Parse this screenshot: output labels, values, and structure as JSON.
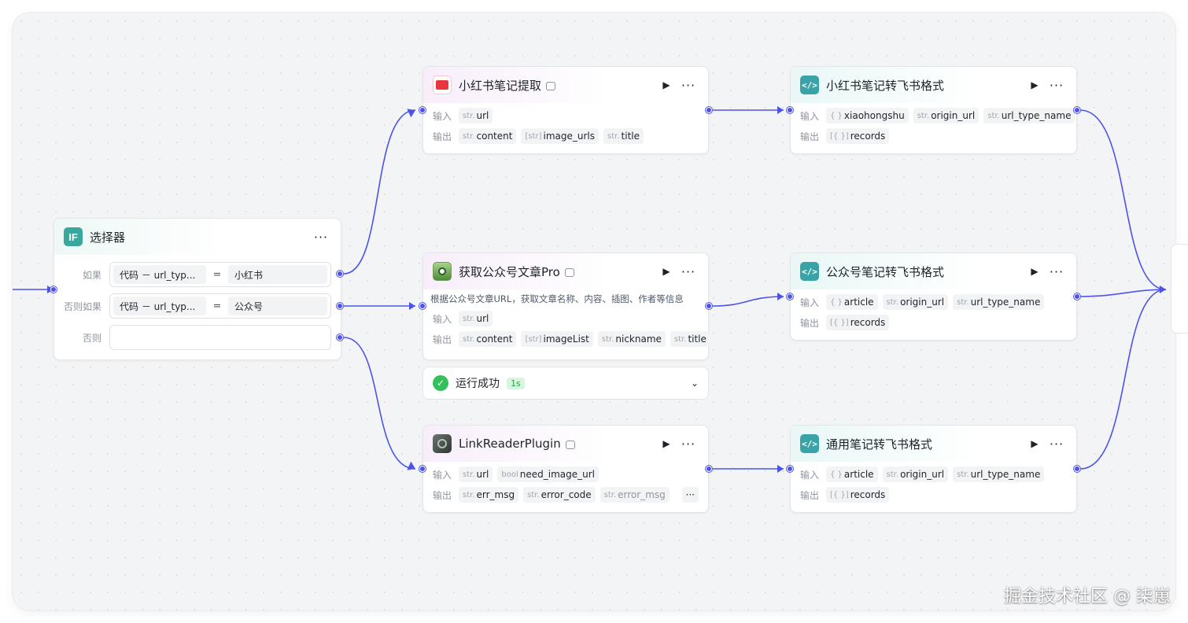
{
  "colors": {
    "accent": "#4d53e8",
    "success": "#34c05a"
  },
  "selector": {
    "icon": "if-icon",
    "icon_text": "IF",
    "title": "选择器",
    "conditions": [
      {
        "label": "如果",
        "left": "代码 － url_typ...",
        "op": "=",
        "right": "小红书"
      },
      {
        "label": "否则如果",
        "left": "代码 － url_typ...",
        "op": "=",
        "right": "公众号"
      },
      {
        "label": "否则",
        "left": "",
        "op": "",
        "right": ""
      }
    ]
  },
  "xhs_extract": {
    "title": "小红书笔记提取",
    "input_label": "输入",
    "output_label": "输出",
    "inputs": [
      {
        "type": "str.",
        "name": "url"
      }
    ],
    "outputs": [
      {
        "type": "str.",
        "name": "content"
      },
      {
        "type": "[str]",
        "name": "image_urls"
      },
      {
        "type": "str.",
        "name": "title"
      }
    ]
  },
  "wx_article": {
    "title": "获取公众号文章Pro",
    "description": "根据公众号文章URL，获取文章名称、内容、插图、作者等信息",
    "input_label": "输入",
    "output_label": "输出",
    "inputs": [
      {
        "type": "str.",
        "name": "url"
      }
    ],
    "outputs": [
      {
        "type": "str.",
        "name": "content"
      },
      {
        "type": "[str]",
        "name": "imageList"
      },
      {
        "type": "str.",
        "name": "nickname"
      },
      {
        "type": "str.",
        "name": "title"
      }
    ],
    "status": {
      "text": "运行成功",
      "duration": "1s"
    }
  },
  "link_reader": {
    "title": "LinkReaderPlugin",
    "input_label": "输入",
    "output_label": "输出",
    "inputs": [
      {
        "type": "str.",
        "name": "url"
      },
      {
        "type": "bool",
        "name": "need_image_url"
      }
    ],
    "outputs": [
      {
        "type": "str.",
        "name": "err_msg"
      },
      {
        "type": "str.",
        "name": "error_code"
      },
      {
        "type": "str.",
        "name": "error_msg"
      }
    ],
    "more": "···"
  },
  "xhs_format": {
    "title": "小红书笔记转飞书格式",
    "input_label": "输入",
    "output_label": "输出",
    "inputs": [
      {
        "type": "{ }",
        "name": "xiaohongshu"
      },
      {
        "type": "str.",
        "name": "origin_url"
      },
      {
        "type": "str.",
        "name": "url_type_name"
      }
    ],
    "outputs": [
      {
        "type": "[{ }]",
        "name": "records"
      }
    ]
  },
  "wx_format": {
    "title": "公众号笔记转飞书格式",
    "input_label": "输入",
    "output_label": "输出",
    "inputs": [
      {
        "type": "{ }",
        "name": "article"
      },
      {
        "type": "str.",
        "name": "origin_url"
      },
      {
        "type": "str.",
        "name": "url_type_name"
      }
    ],
    "outputs": [
      {
        "type": "[{ }]",
        "name": "records"
      }
    ]
  },
  "generic_format": {
    "title": "通用笔记转飞书格式",
    "input_label": "输入",
    "output_label": "输出",
    "inputs": [
      {
        "type": "{ }",
        "name": "article"
      },
      {
        "type": "str.",
        "name": "origin_url"
      },
      {
        "type": "str.",
        "name": "url_type_name"
      }
    ],
    "outputs": [
      {
        "type": "[{ }]",
        "name": "records"
      }
    ]
  },
  "node_controls": {
    "play": "▶",
    "more": "···"
  },
  "watermark": "掘金技术社区 @ 柒崽"
}
